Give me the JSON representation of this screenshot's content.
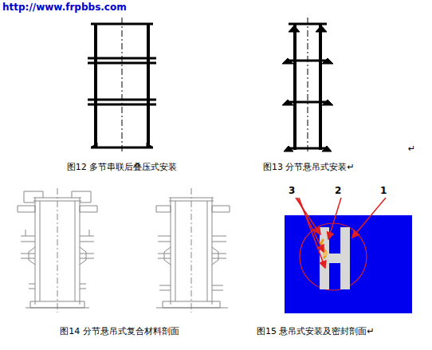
{
  "diagram": {
    "labels": [
      "http://www.frpbbs.com",
      "图12 多节串联后叠压式安装",
      "图13 分节悬吊式安装↵",
      "↵",
      "图14 分节悬吊式复合材料剖面",
      "3",
      "2",
      "1",
      "图15  悬吊式安装及密封剖面↵"
    ]
  }
}
